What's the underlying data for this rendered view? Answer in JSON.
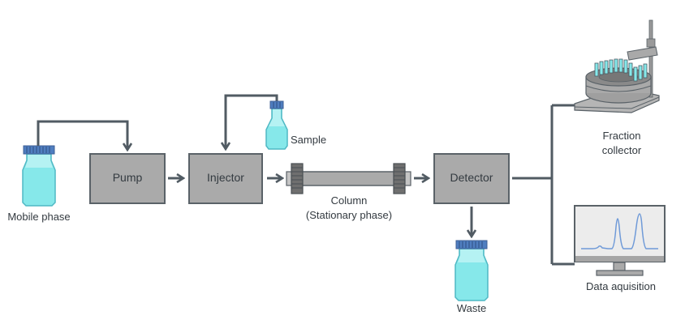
{
  "title": "HPLC system schematic",
  "components": {
    "mobile_phase": {
      "label": "Mobile phase"
    },
    "pump": {
      "label": "Pump"
    },
    "injector": {
      "label": "Injector"
    },
    "sample": {
      "label": "Sample"
    },
    "column": {
      "label_line1": "Column",
      "label_line2": "(Stationary phase)"
    },
    "detector": {
      "label": "Detector"
    },
    "waste": {
      "label": "Waste"
    },
    "fraction_collector": {
      "label_line1": "Fraction",
      "label_line2": "collector"
    },
    "data_acquisition": {
      "label": "Data aquisition"
    }
  },
  "colors": {
    "line": "#515b63",
    "box_fill": "#aaaaaa",
    "box_stroke": "#5a6268",
    "liquid": "#86e8ea",
    "liquid_light": "#b5f2f3",
    "bottle_stroke": "#4fb8c4",
    "cap": "#4f7ec0",
    "trace": "#6f9ad8",
    "screen": "#ececec"
  }
}
